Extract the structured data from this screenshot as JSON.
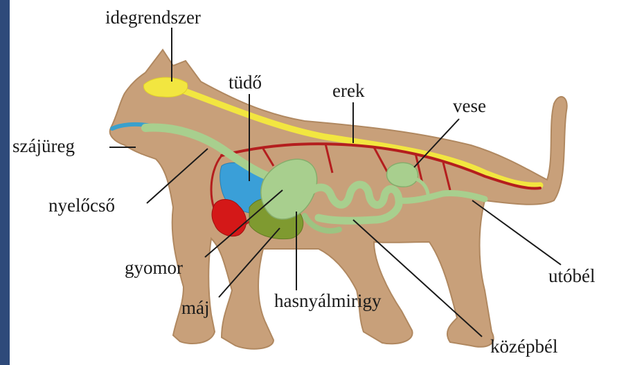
{
  "labels": {
    "nervous_system": "idegrendszer",
    "lung": "tüdő",
    "vessels": "erek",
    "kidney": "vese",
    "mouth": "szájüreg",
    "esophagus": "nyelőcső",
    "stomach": "gyomor",
    "liver": "máj",
    "pancreas": "hasnyálmirigy",
    "hindgut": "utóbél",
    "midgut": "középbél"
  },
  "colors": {
    "body": "#c8a07a",
    "nerve": "#f2e640",
    "vessel": "#b41e1e",
    "lung": "#3a9fd8",
    "heart": "#d41818",
    "gut": "#a8cf8e",
    "liver": "#7f9a30",
    "mouth_blue": "#3aa0cc",
    "strip": "#2e4a7a"
  }
}
